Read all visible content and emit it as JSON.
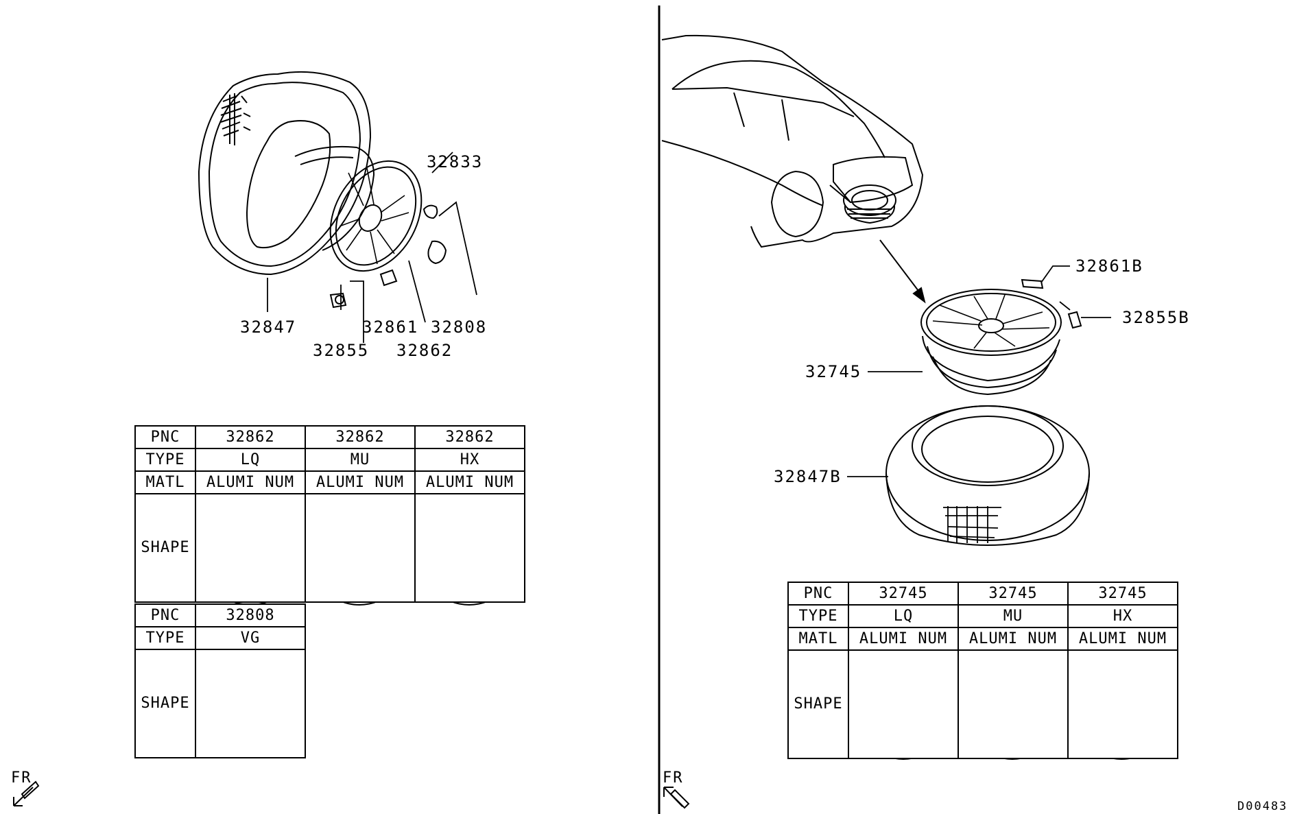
{
  "left": {
    "callouts": {
      "c32833": "32833",
      "c32847": "32847",
      "c32861": "32861",
      "c32808": "32808",
      "c32855": "32855",
      "c32862": "32862"
    },
    "table1": {
      "pnc_label": "PNC",
      "type_label": "TYPE",
      "matl_label": "MATL",
      "shape_label": "SHAPE",
      "columns": [
        {
          "pnc": "32862",
          "type": "LQ",
          "matl": "ALUMI NUM"
        },
        {
          "pnc": "32862",
          "type": "MU",
          "matl": "ALUMI NUM"
        },
        {
          "pnc": "32862",
          "type": "HX",
          "matl": "ALUMI NUM"
        }
      ]
    },
    "table2": {
      "pnc_label": "PNC",
      "type_label": "TYPE",
      "shape_label": "SHAPE",
      "pnc": "32808",
      "type": "VG"
    },
    "fr_label": "FR"
  },
  "right": {
    "callouts": {
      "c32861B": "32861B",
      "c32855B": "32855B",
      "c32745": "32745",
      "c32847B": "32847B"
    },
    "table": {
      "pnc_label": "PNC",
      "type_label": "TYPE",
      "matl_label": "MATL",
      "shape_label": "SHAPE",
      "columns": [
        {
          "pnc": "32745",
          "type": "LQ",
          "matl": "ALUMI NUM"
        },
        {
          "pnc": "32745",
          "type": "MU",
          "matl": "ALUMI NUM"
        },
        {
          "pnc": "32745",
          "type": "HX",
          "matl": "ALUMI NUM"
        }
      ]
    },
    "fr_label": "FR"
  },
  "drawing_code": "D00483"
}
